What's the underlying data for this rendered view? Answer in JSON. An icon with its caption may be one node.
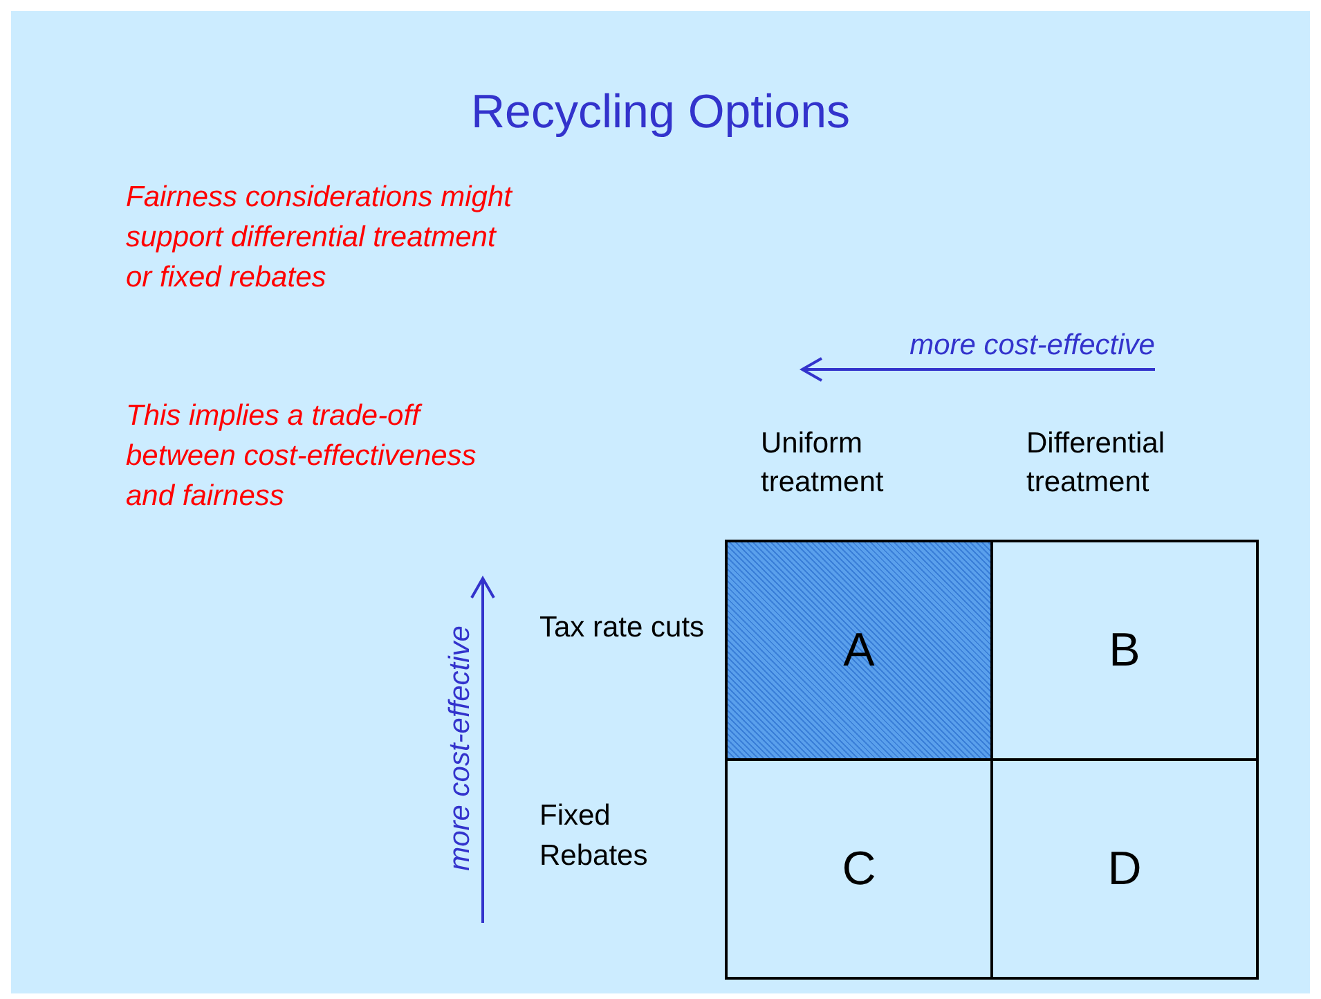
{
  "diagram": {
    "title": "Recycling Options",
    "nodes": [
      {
        "text": [
          "A"
        ]
      },
      {
        "text": [
          "B"
        ]
      },
      {
        "text": [
          "C"
        ]
      },
      {
        "text": [
          "D"
        ]
      }
    ],
    "edges": [],
    "labels": [
      "Fairness considerations might support differential treatment or fixed rebates",
      "This implies a trade-off between cost-effectiveness and fairness",
      "more cost-effective",
      "Uniform treatment",
      "Differential treatment",
      "Tax rate cuts",
      "more cost-effective",
      "Fixed Rebates"
    ]
  }
}
